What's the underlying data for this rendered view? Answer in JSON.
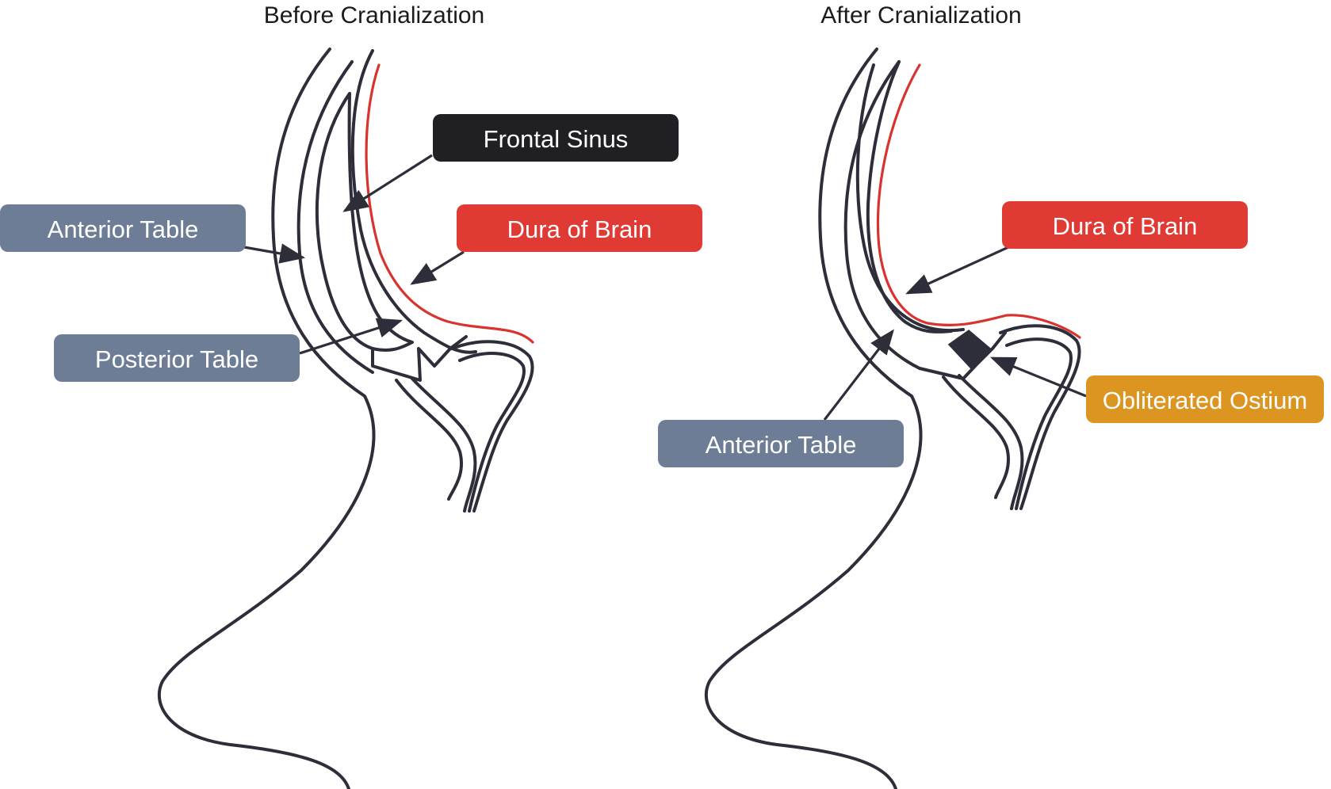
{
  "panels": [
    {
      "title": "Before Cranialization",
      "labels": {
        "frontal_sinus": "Frontal Sinus",
        "dura": "Dura of Brain",
        "anterior_table": "Anterior Table",
        "posterior_table": "Posterior Table"
      }
    },
    {
      "title": "After Cranialization",
      "labels": {
        "dura": "Dura of Brain",
        "anterior_table": "Anterior Table",
        "obliterated_ostium": "Obliterated Ostium"
      }
    }
  ],
  "colors": {
    "outline": "#2d2e3a",
    "dura": "#d9332f",
    "label_dark": "#1f1f24",
    "label_red": "#e03a34",
    "label_slate": "#6e7d96",
    "label_orange": "#dd9522"
  }
}
